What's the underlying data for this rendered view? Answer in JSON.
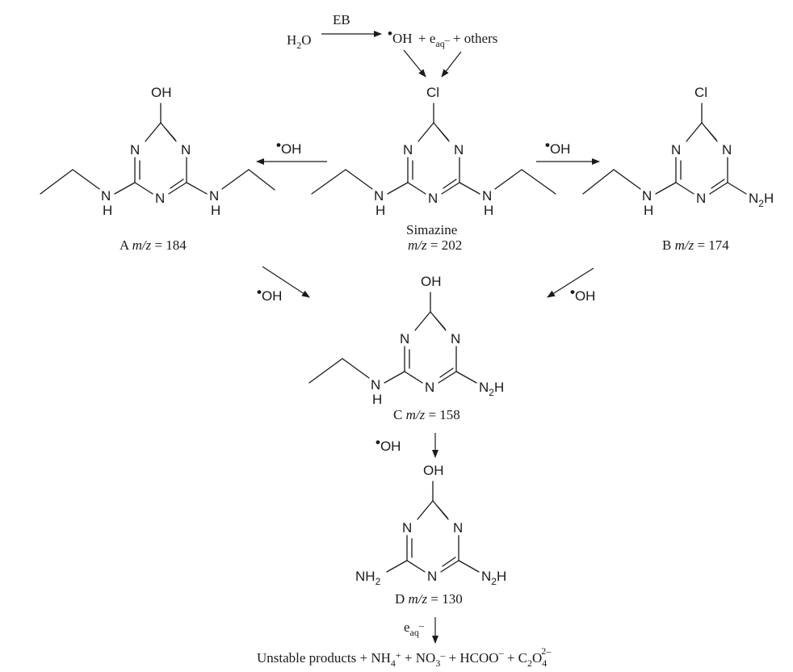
{
  "top": {
    "water_h": "H",
    "water_2": "2",
    "water_o": "O",
    "eb": "EB",
    "radical_dot": "•",
    "oh": "OH",
    "plus1": " + e",
    "aq": "aq",
    "minus": "–",
    "plus_others": " + others"
  },
  "atoms": {
    "N": "N",
    "H": "H",
    "Cl": "Cl",
    "OH": "OH",
    "N2H_N": "N",
    "two": "2",
    "N2H_H": "H",
    "NH": "NH"
  },
  "arrows": {
    "oh_dot": "•",
    "oh_label": "OH",
    "eaq_e": "e",
    "eaq_sub": "aq",
    "eaq_sup": "–"
  },
  "labels": {
    "simazine_name": "Simazine",
    "simazine_mz": "m/z",
    "simazine_val": " = 202",
    "A_letter": "A ",
    "A_mz": "m/z",
    "A_val": " = 184",
    "B_letter": "B ",
    "B_mz": "m/z",
    "B_val": " = 174",
    "C_letter": "C ",
    "C_mz": "m/z",
    "C_val": " = 158",
    "D_letter": "D ",
    "D_mz": "m/z",
    "D_val": " = 130"
  },
  "final": {
    "unstable": "Unstable products + NH",
    "nh4_sub": "4",
    "nh4_sup": "+",
    "no3": " + NO",
    "no3_sub": "3",
    "no3_sup": "–",
    "hcoo": " + HCOO",
    "hcoo_sup": "–",
    "c2o4_c": " + C",
    "c2o4_sub1": "2",
    "c2o4_o": "O",
    "c2o4_sub2": "4",
    "c2o4_sup": "2–"
  }
}
